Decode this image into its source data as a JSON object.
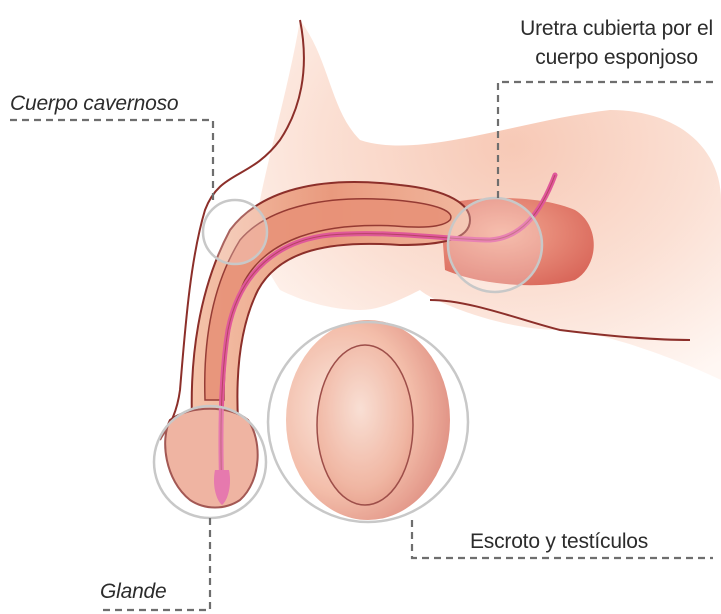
{
  "labels": {
    "cuerpo_cavernoso": "Cuerpo cavernoso",
    "uretra_line1": "Uretra cubierta por el",
    "uretra_line2": "cuerpo esponjoso",
    "escroto": "Escroto y testículos",
    "glande": "Glande"
  },
  "colors": {
    "skin_light": "#fbe3d8",
    "skin_mid": "#f2b79d",
    "tissue": "#e8917a",
    "tissue_dark": "#d86a5c",
    "urethra": "#e0589a",
    "outline": "#8c2f2a",
    "callout_circle": "#c8c8c8",
    "leader_line": "#6e6e6e",
    "text": "#2c2c2c"
  }
}
